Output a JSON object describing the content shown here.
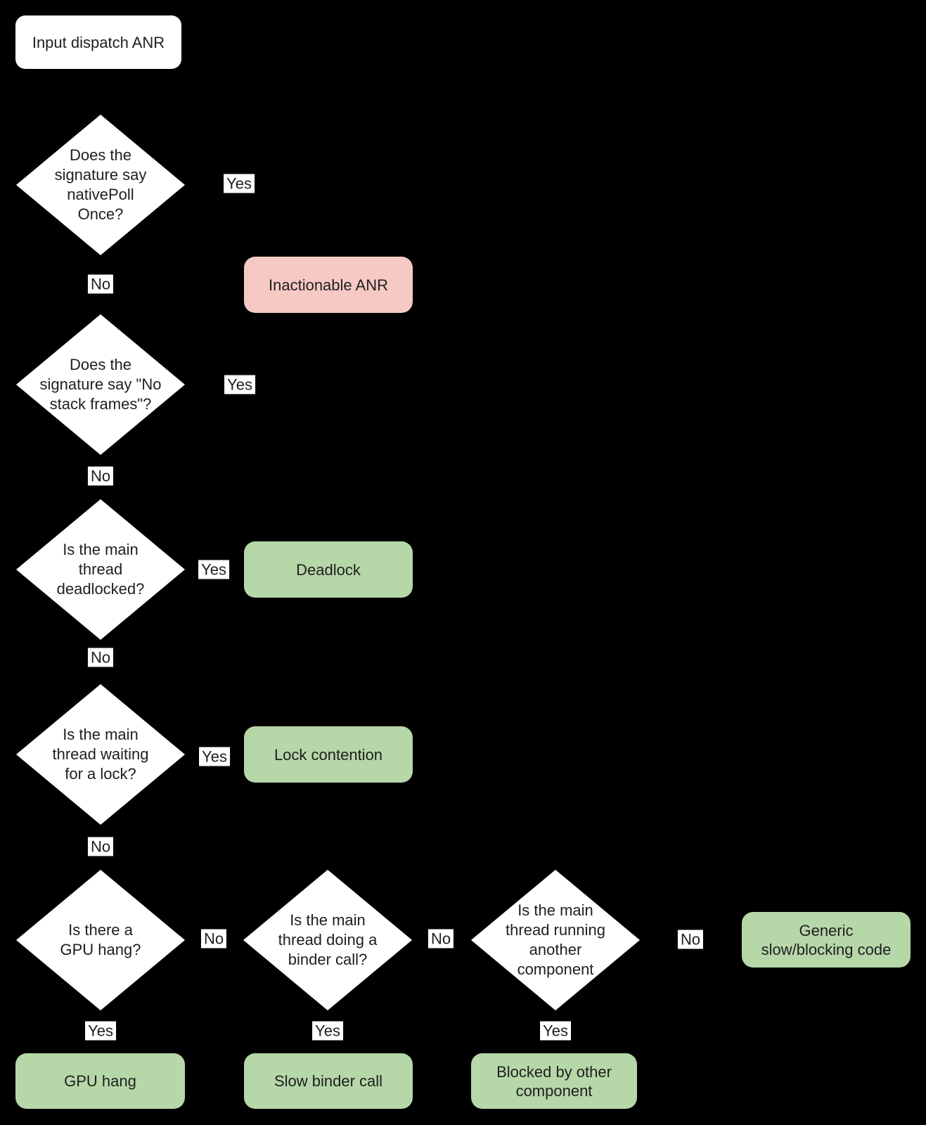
{
  "colors": {
    "background": "#000000",
    "shape_fill": "#ffffff",
    "outcome_green": "#b6d7a8",
    "outcome_pink": "#f6c9c5",
    "text": "#1f1f1f"
  },
  "flowchart": {
    "start": {
      "label": "Input dispatch ANR"
    },
    "edge_labels": {
      "yes": "Yes",
      "no": "No"
    },
    "decisions": [
      {
        "text": "Does the\nsignature say\nnativePoll\nOnce?"
      },
      {
        "text": "Does the\nsignature say \"No\nstack frames\"?"
      },
      {
        "text": "Is the main\nthread\ndeadlocked?"
      },
      {
        "text": "Is the main\nthread waiting\nfor a lock?"
      },
      {
        "text": "Is there a\nGPU hang?"
      },
      {
        "text": "Is the main\nthread doing a\nbinder call?"
      },
      {
        "text": "Is the main\nthread running\nanother\ncomponent"
      }
    ],
    "outcomes": {
      "inactionable": {
        "label": "Inactionable ANR",
        "status": "negative"
      },
      "deadlock": {
        "label": "Deadlock",
        "status": "positive"
      },
      "lock_contention": {
        "label": "Lock contention",
        "status": "positive"
      },
      "generic_slow": {
        "label": "Generic\nslow/blocking code",
        "status": "positive"
      },
      "gpu_hang": {
        "label": "GPU hang",
        "status": "positive"
      },
      "slow_binder": {
        "label": "Slow binder call",
        "status": "positive"
      },
      "blocked_other": {
        "label": "Blocked by other\ncomponent",
        "status": "positive"
      }
    }
  }
}
